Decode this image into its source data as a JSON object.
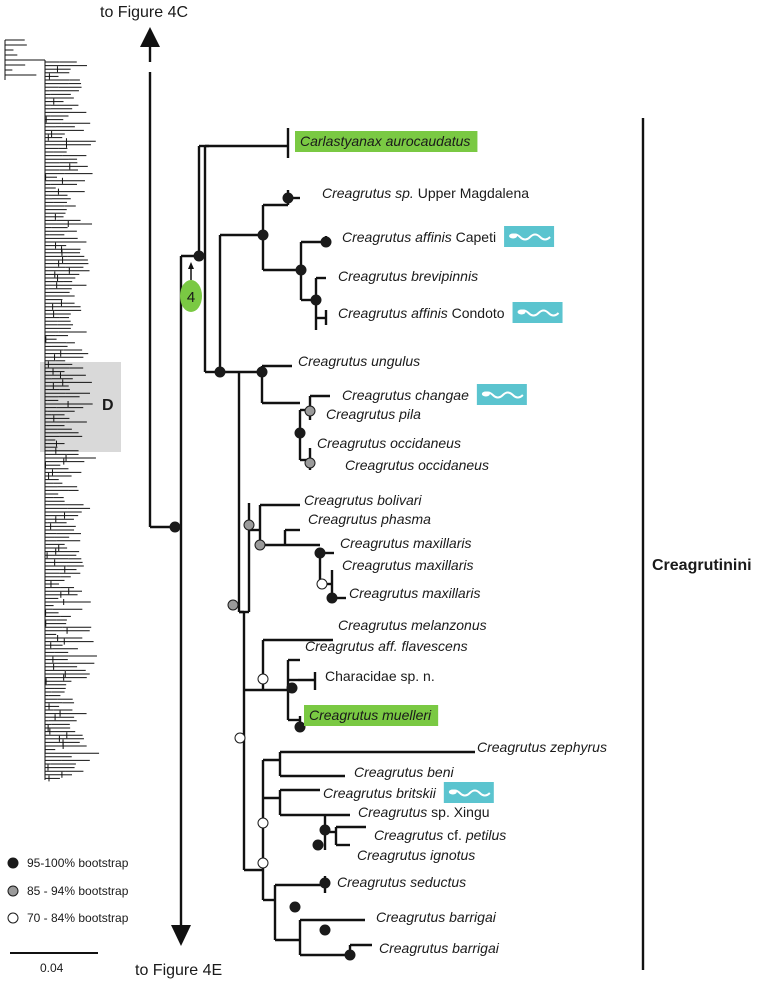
{
  "navigation": {
    "up_label": "to Figure 4C",
    "down_label": "to Figure 4E"
  },
  "overview": {
    "box_label": "D",
    "scale_label": "0.04"
  },
  "node_badge": "4",
  "clade_label": "Creagrutinini",
  "colors": {
    "highlight": "#7ac943",
    "fish_badge": "#5bc4cf",
    "support_high": "#1a1a1a",
    "support_mid": "#9a9a9a",
    "support_low": "#ffffff",
    "overview_box": "#d9d9d9"
  },
  "legend": [
    {
      "label": "95-100% bootstrap",
      "level": "high"
    },
    {
      "label": "85 - 94% bootstrap",
      "level": "mid"
    },
    {
      "label": "70 - 84% bootstrap",
      "level": "low"
    }
  ],
  "taxa": [
    {
      "italic": "Carlastyanax aurocaudatus",
      "rest": "",
      "highlight": true,
      "fish": false
    },
    {
      "italic": "Creagrutus sp.",
      "rest": " Upper Magdalena",
      "highlight": false,
      "fish": false
    },
    {
      "italic": "Creagrutus affinis",
      "rest": " Capeti",
      "highlight": false,
      "fish": true
    },
    {
      "italic": "Creagrutus brevipinnis",
      "rest": "",
      "highlight": false,
      "fish": false
    },
    {
      "italic": "Creagrutus affinis",
      "rest": " Condoto",
      "highlight": false,
      "fish": true
    },
    {
      "italic": "Creagrutus ungulus",
      "rest": "",
      "highlight": false,
      "fish": false
    },
    {
      "italic": "Creagrutus changae",
      "rest": "",
      "highlight": false,
      "fish": true
    },
    {
      "italic": "Creagrutus pila",
      "rest": "",
      "highlight": false,
      "fish": false
    },
    {
      "italic": "Creagrutus occidaneus",
      "rest": "",
      "highlight": false,
      "fish": false
    },
    {
      "italic": "Creagrutus occidaneus",
      "rest": "",
      "highlight": false,
      "fish": false
    },
    {
      "italic": "Creagrutus bolivari",
      "rest": "",
      "highlight": false,
      "fish": false
    },
    {
      "italic": "Creagrutus phasma",
      "rest": "",
      "highlight": false,
      "fish": false
    },
    {
      "italic": "Creagrutus maxillaris",
      "rest": "",
      "highlight": false,
      "fish": false
    },
    {
      "italic": "Creagrutus maxillaris",
      "rest": "",
      "highlight": false,
      "fish": false
    },
    {
      "italic": "Creagrutus maxillaris",
      "rest": "",
      "highlight": false,
      "fish": false
    },
    {
      "italic": "Creagrutus melanzonus",
      "rest": "",
      "highlight": false,
      "fish": false
    },
    {
      "italic": "Creagrutus aff. flavescens",
      "rest": "",
      "highlight": false,
      "fish": false
    },
    {
      "italic": "",
      "rest": "Characidae sp. n.",
      "highlight": false,
      "fish": false
    },
    {
      "italic": "Creagrutus muelleri",
      "rest": "",
      "highlight": true,
      "fish": false
    },
    {
      "italic": "Creagrutus zephyrus",
      "rest": "",
      "highlight": false,
      "fish": false
    },
    {
      "italic": "Creagrutus beni",
      "rest": "",
      "highlight": false,
      "fish": false
    },
    {
      "italic": "Creagrutus britskii",
      "rest": "",
      "highlight": false,
      "fish": true
    },
    {
      "italic": "Creagrutus",
      "rest": " sp. Xingu",
      "highlight": false,
      "fish": false
    },
    {
      "italic": "Creagrutus",
      "rest": " cf. ",
      "italic2": "petilus",
      "highlight": false,
      "fish": false
    },
    {
      "italic": "Creagrutus ignotus",
      "rest": "",
      "highlight": false,
      "fish": false
    },
    {
      "italic": "Creagrutus seductus",
      "rest": "",
      "highlight": false,
      "fish": false
    },
    {
      "italic": "Creagrutus barrigai",
      "rest": "",
      "highlight": false,
      "fish": false
    },
    {
      "italic": "Creagrutus barrigai",
      "rest": "",
      "highlight": false,
      "fish": false
    }
  ]
}
